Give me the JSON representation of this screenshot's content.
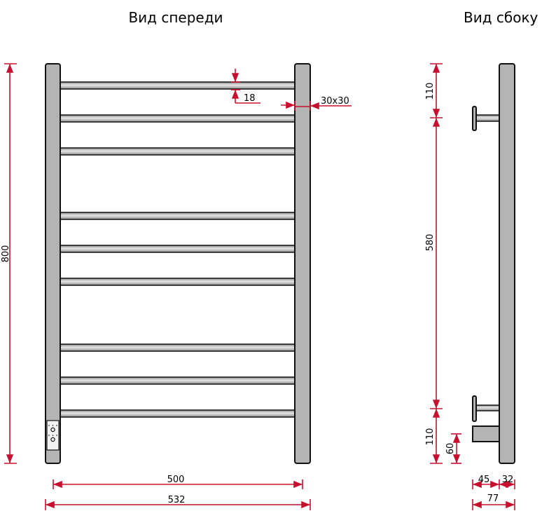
{
  "titles": {
    "front": "Вид спереди",
    "side": "Вид сбоку"
  },
  "front": {
    "height": "800",
    "inner_width": "500",
    "outer_width": "532",
    "bar_diameter": "18",
    "post_section": "30x30",
    "bar_count": 9
  },
  "side": {
    "top_offset": "110",
    "bracket_spacing": "580",
    "bottom_offset": "110",
    "box_height": "60",
    "bracket_depth": "45",
    "post_depth": "32",
    "total_depth": "77"
  },
  "colors": {
    "dimension": "#c8102e",
    "metal": "#b4b4b4"
  }
}
